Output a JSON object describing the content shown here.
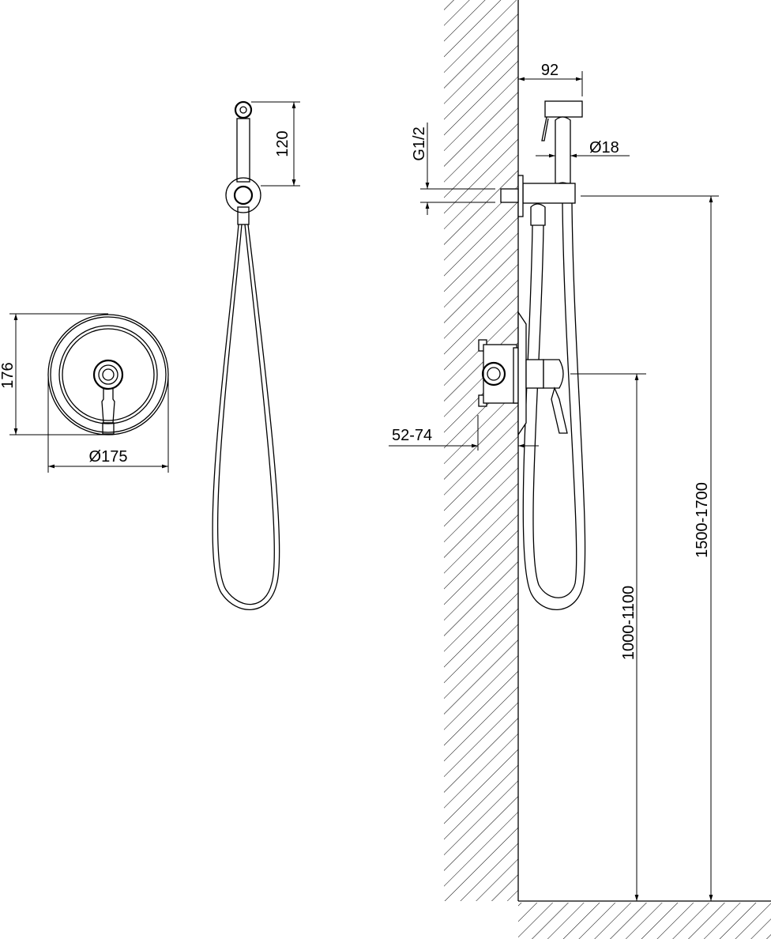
{
  "drawing": {
    "dimensions": {
      "head_offset": "92",
      "stem_diameter": "Ø18",
      "thread": "G1/2",
      "head_height": "120",
      "plate_height": "176",
      "plate_diameter": "Ø175",
      "install_depth": "52-74",
      "mixer_height": "1000-1100",
      "holder_height": "1500-1700"
    },
    "colors": {
      "line": "#000000",
      "background": "#ffffff"
    }
  }
}
